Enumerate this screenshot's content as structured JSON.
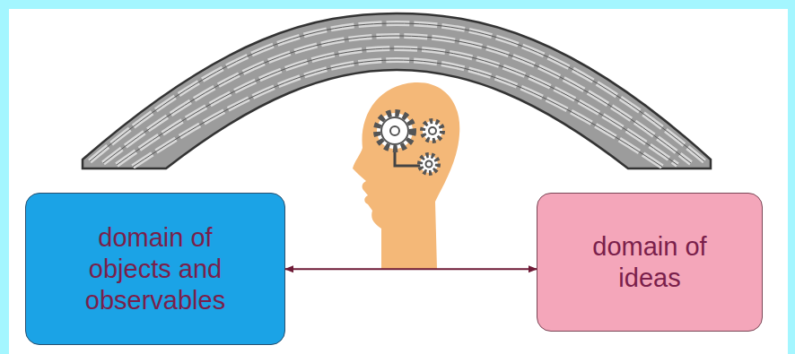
{
  "diagram": {
    "nodes": [
      {
        "text": [
          "domain of objects and observables"
        ]
      },
      {
        "text": [
          "domain of ideas"
        ]
      }
    ],
    "edges": [
      {
        "from": 0,
        "to": 1,
        "arrow": "both"
      }
    ]
  }
}
